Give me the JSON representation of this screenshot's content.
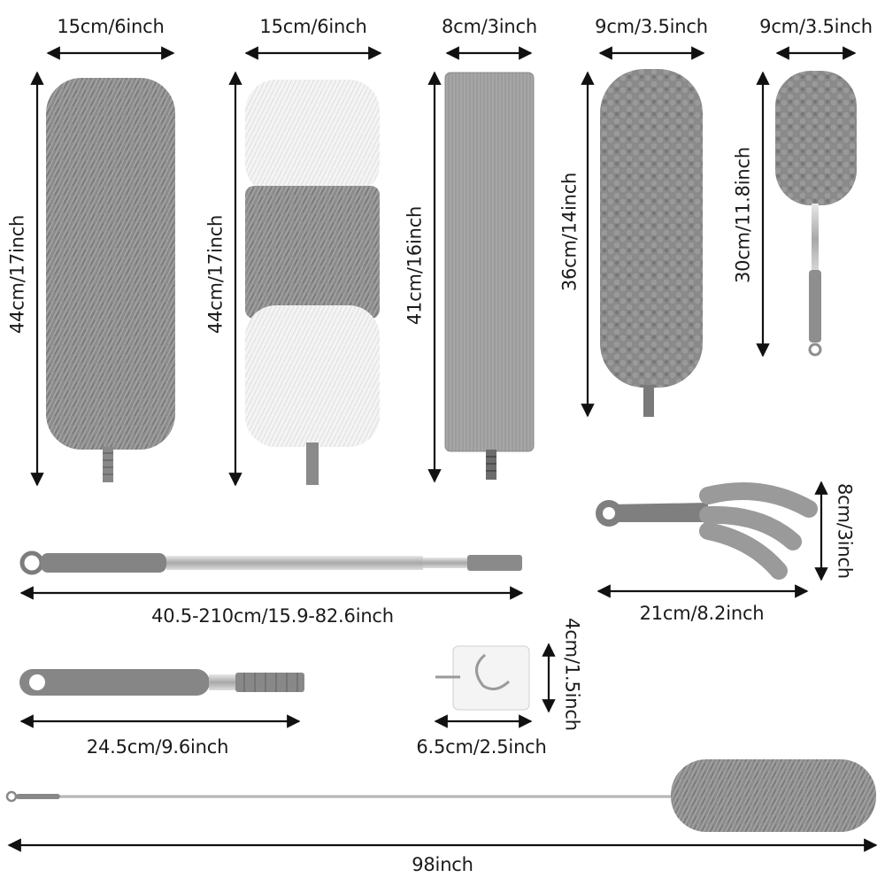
{
  "colors": {
    "gray_fiber": "#8c8c8c",
    "gray_dark": "#6e6e6e",
    "white_fiber": "#f2f2f2",
    "chrome": "#c8c8c8",
    "arrow": "#111111"
  },
  "items": [
    {
      "id": "duster-gray-fluffy",
      "width_label": "15cm/6inch",
      "height_label": "44cm/17inch"
    },
    {
      "id": "duster-white-gray",
      "width_label": "15cm/6inch",
      "height_label": "44cm/17inch"
    },
    {
      "id": "duster-flat-microfiber",
      "width_label": "8cm/3inch",
      "height_label": "41cm/16inch"
    },
    {
      "id": "duster-chenille-large",
      "width_label": "9cm/3.5inch",
      "height_label": "36cm/14inch"
    },
    {
      "id": "duster-chenille-small",
      "width_label": "9cm/3.5inch",
      "height_label": "30cm/11.8inch"
    },
    {
      "id": "blind-cleaner",
      "width_label": "21cm/8.2inch",
      "height_label": "8cm/3inch"
    },
    {
      "id": "extension-pole",
      "length_label": "40.5-210cm/15.9-82.6inch"
    },
    {
      "id": "wall-hook",
      "width_label": "6.5cm/2.5inch",
      "height_label": "4cm/1.5inch"
    },
    {
      "id": "short-handle",
      "length_label": "24.5cm/9.6inch"
    },
    {
      "id": "assembled-duster",
      "length_label": "98inch"
    }
  ]
}
